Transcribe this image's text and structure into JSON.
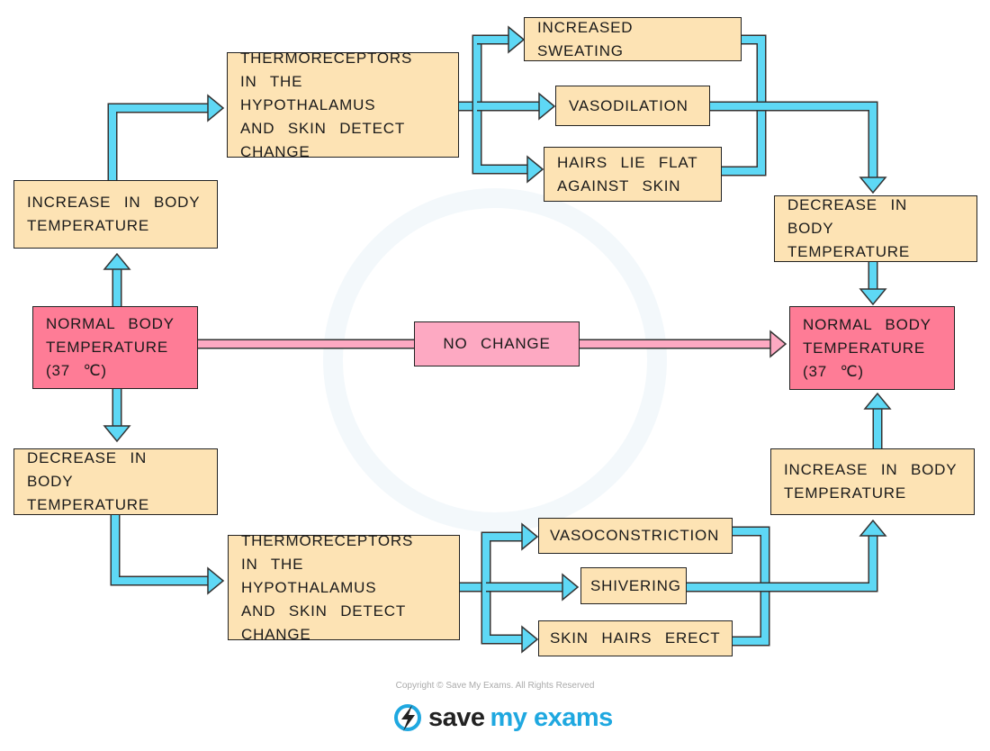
{
  "colors": {
    "arrow": "#5ed8f5",
    "box": "#fde3b4",
    "normal": "#fe7c96",
    "no_change": "#fda9c2"
  },
  "boxes": {
    "increase_left": "INCREASE IN BODY\nTEMPERATURE",
    "thermo_top": "THERMORECEPTORS\nIN THE HYPOTHALAMUS\nAND SKIN DETECT\nCHANGE",
    "increased_sweating": "INCREASED SWEATING",
    "vasodilation": "VASODILATION",
    "hairs_lie_flat": "HAIRS LIE FLAT\nAGAINST SKIN",
    "decrease_right": "DECREASE IN BODY\nTEMPERATURE",
    "normal_left": "NORMAL BODY\nTEMPERATURE\n(37 ℃)",
    "no_change": "NO CHANGE",
    "normal_right": "NORMAL BODY\nTEMPERATURE\n(37 ℃)",
    "decrease_left": "DECREASE IN BODY\nTEMPERATURE",
    "increase_right": "INCREASE IN BODY\nTEMPERATURE",
    "thermo_bottom": "THERMORECEPTORS\nIN THE HYPOTHALAMUS\nAND SKIN DETECT\nCHANGE",
    "vasoconstriction": "VASOCONSTRICTION",
    "shivering": "SHIVERING",
    "skin_hairs_erect": "SKIN HAIRS ERECT"
  },
  "footer": {
    "copyright": "Copyright © Save My Exams. All Rights Reserved",
    "logo_a": "save",
    "logo_b": "my exams"
  }
}
